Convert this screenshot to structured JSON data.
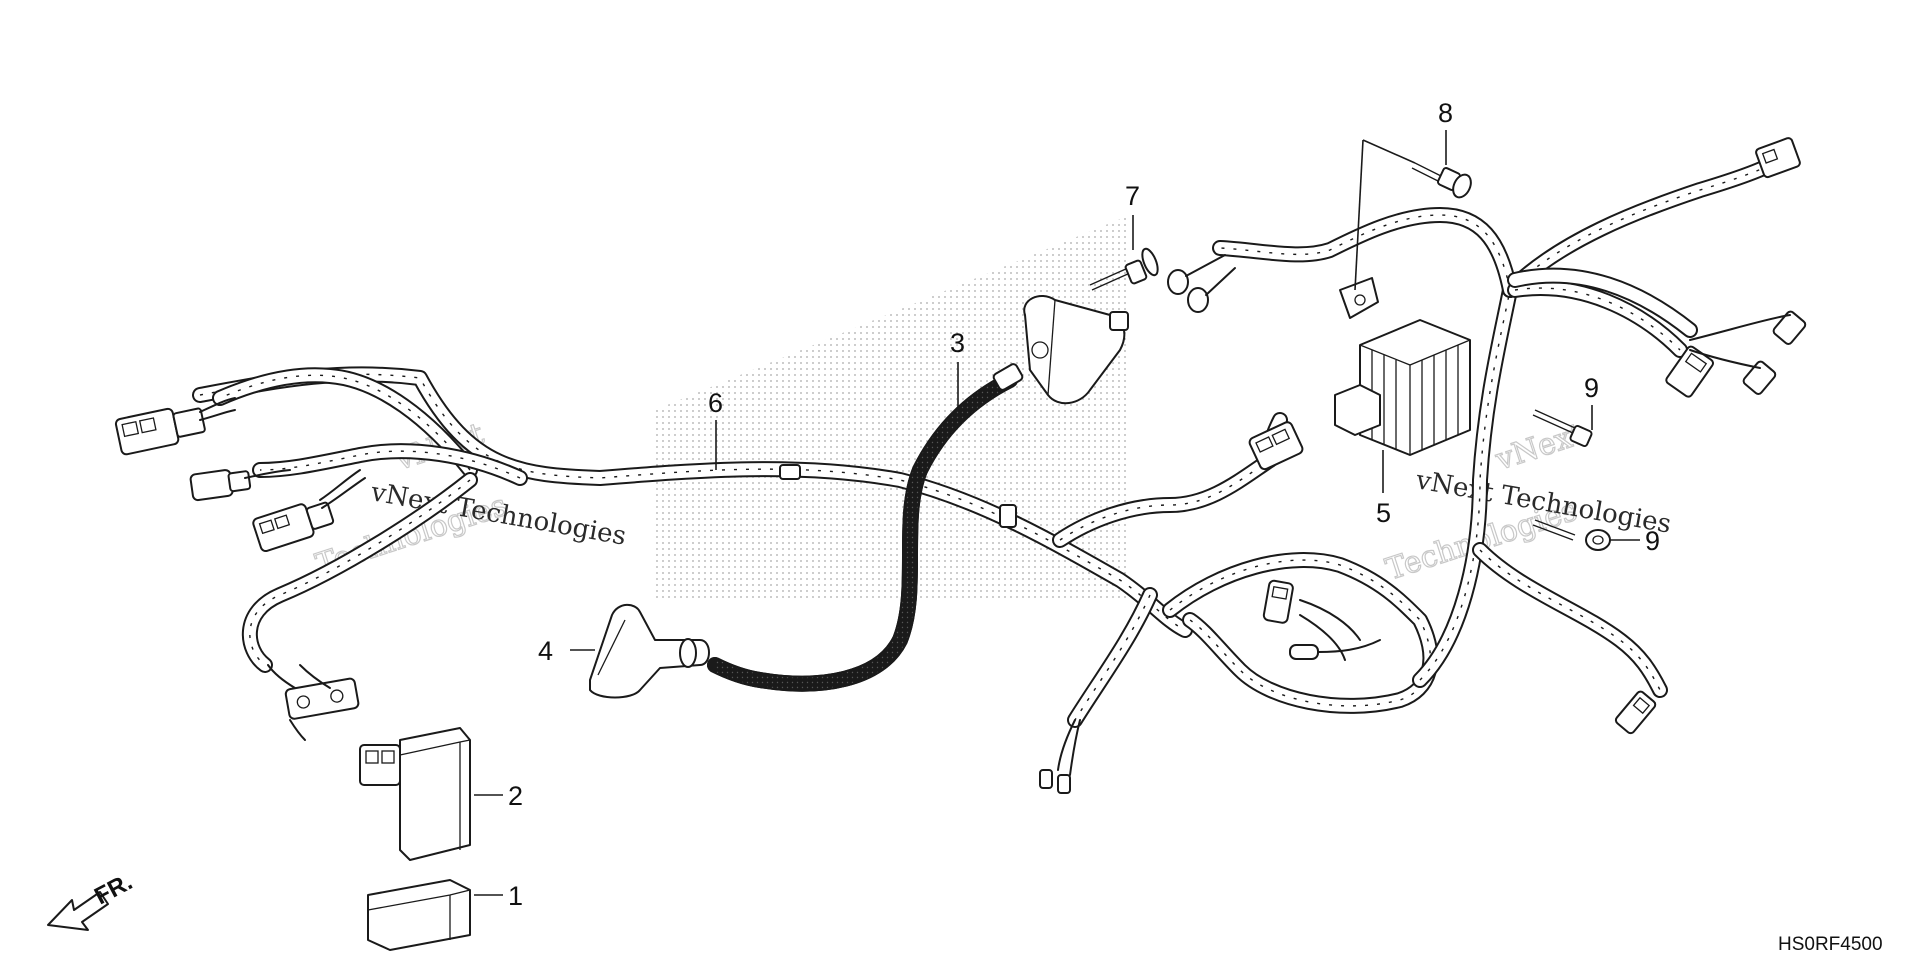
{
  "diagram": {
    "callouts": [
      {
        "id": "1",
        "label": "1"
      },
      {
        "id": "2",
        "label": "2"
      },
      {
        "id": "3",
        "label": "3"
      },
      {
        "id": "4",
        "label": "4"
      },
      {
        "id": "5",
        "label": "5"
      },
      {
        "id": "6",
        "label": "6"
      },
      {
        "id": "7",
        "label": "7"
      },
      {
        "id": "8",
        "label": "8"
      },
      {
        "id": "9a",
        "label": "9"
      },
      {
        "id": "9b",
        "label": "9"
      }
    ],
    "direction_label": "FR.",
    "diagram_code": "HS0RF4500",
    "watermark": {
      "brand": "vNext",
      "tagline": "Technologies",
      "full": "vNext Technologies"
    }
  }
}
